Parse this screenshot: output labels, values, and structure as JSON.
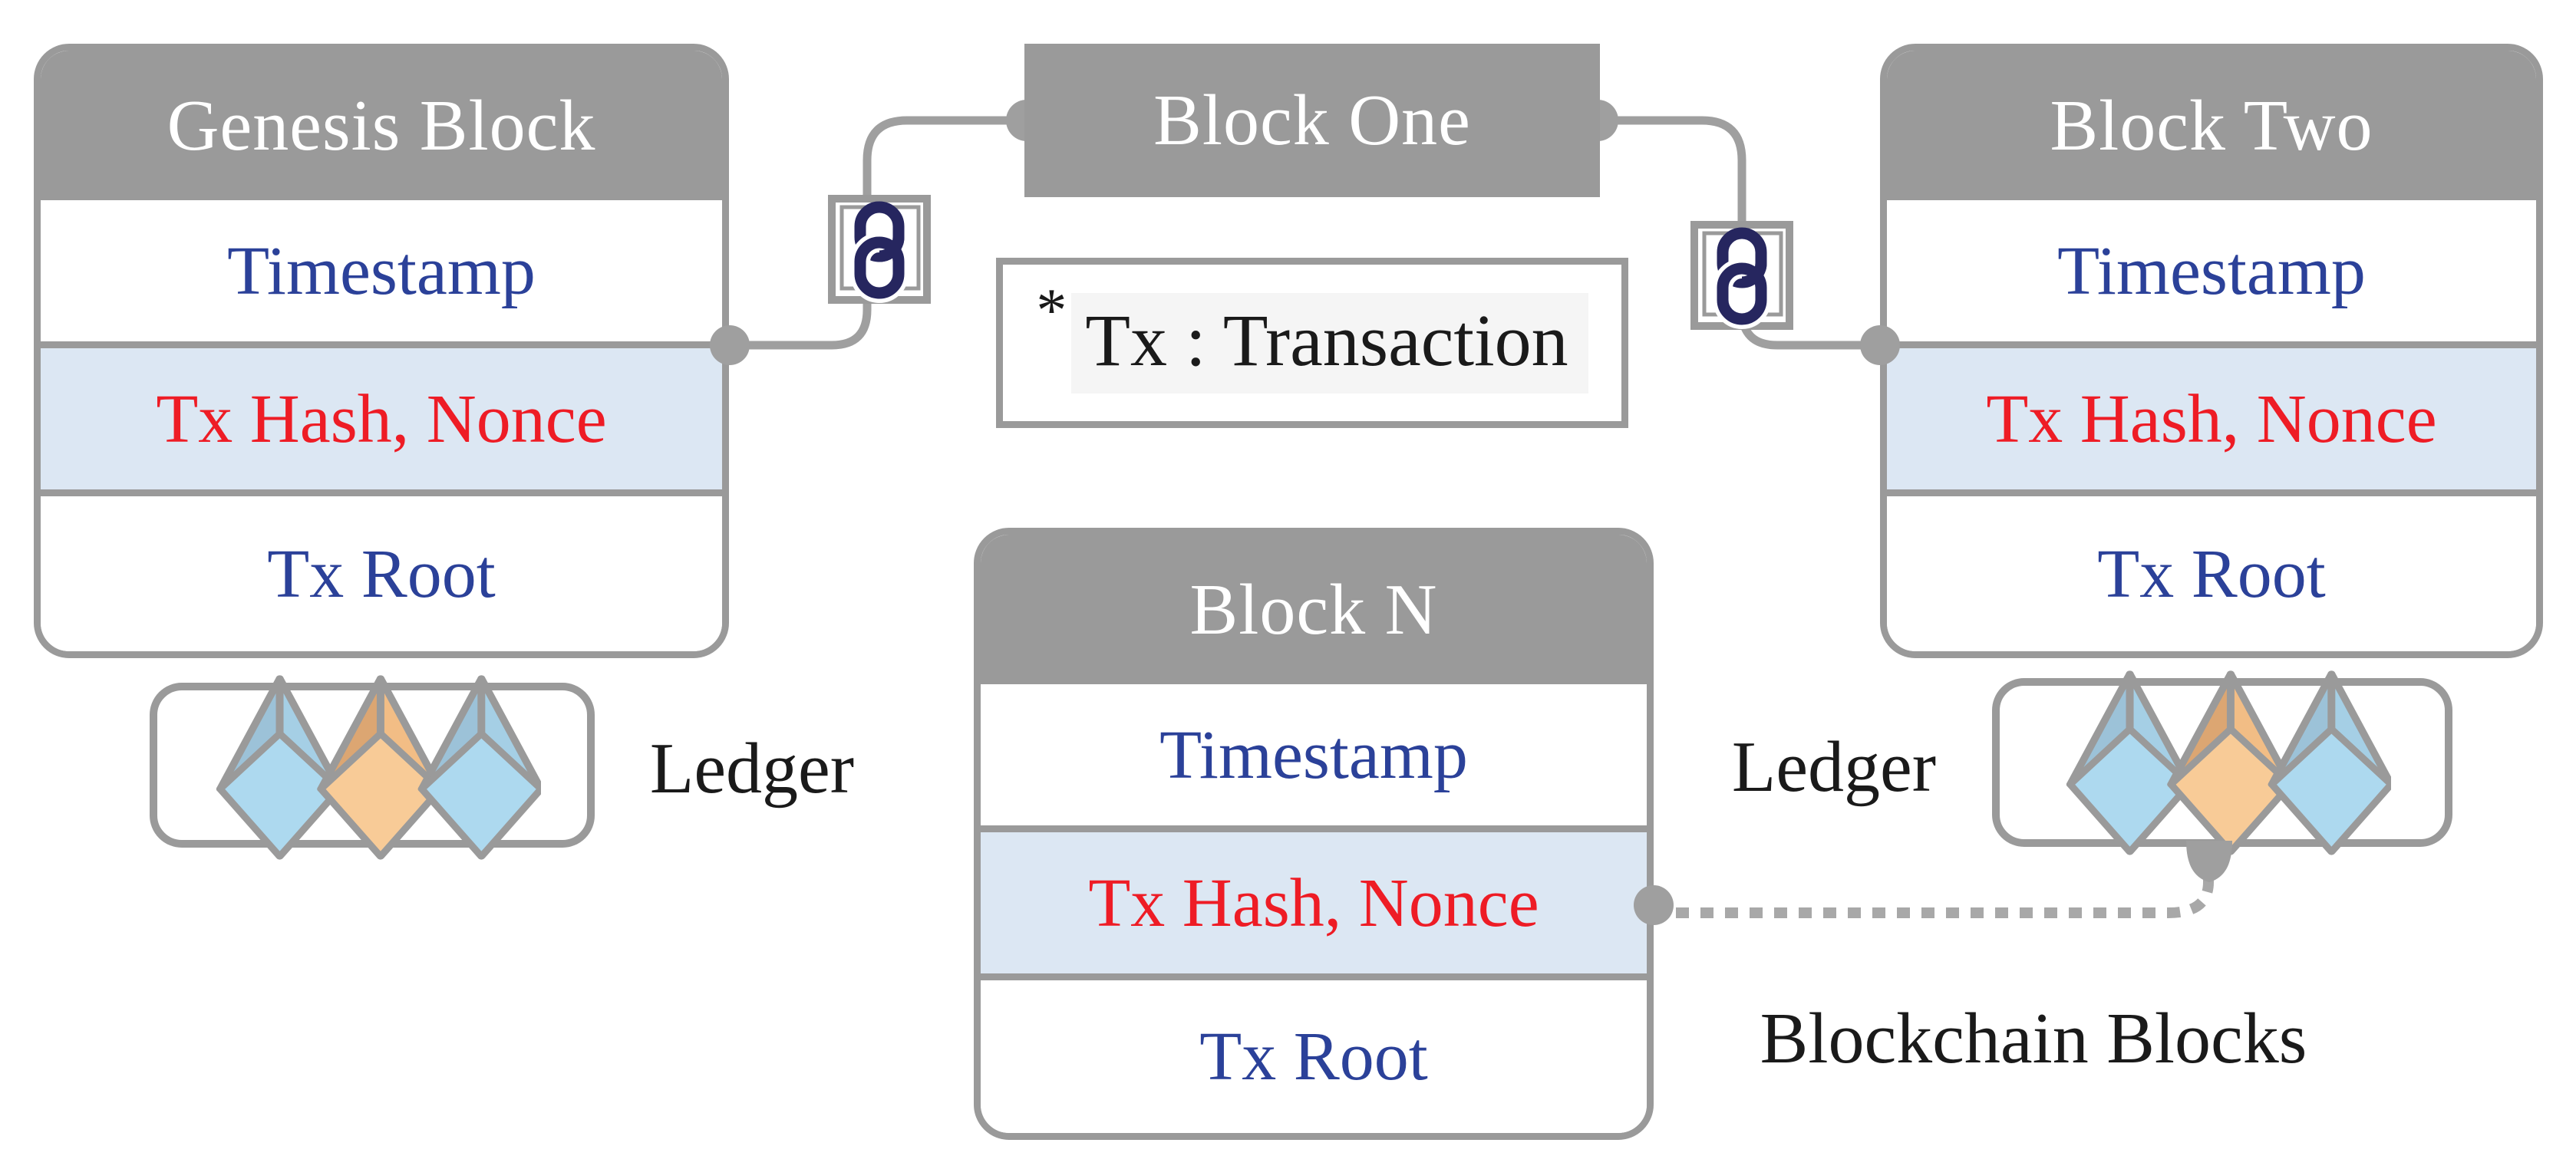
{
  "blocks": [
    {
      "title": "Genesis Block",
      "rows": [
        "Timestamp",
        "Tx Hash, Nonce",
        "Tx Root"
      ]
    },
    {
      "title": "Block Two",
      "rows": [
        "Timestamp",
        "Tx Hash, Nonce",
        "Tx Root"
      ]
    },
    {
      "title": "Block N",
      "rows": [
        "Timestamp",
        "Tx Hash, Nonce",
        "Tx Root"
      ]
    }
  ],
  "bar": {
    "title": "Block One"
  },
  "legend": {
    "star": "*",
    "text": "Tx : Transaction"
  },
  "labels": {
    "ledger_left": "Ledger",
    "ledger_right": "Ledger",
    "blockchain_blocks": "Blockchain Blocks"
  },
  "icons": {
    "chain_link": "chain-link-icon",
    "ledger_cubes": "ledger-cubes-icon",
    "connector_dot": "connection-dot",
    "teardrop": "teardrop-connector"
  },
  "colors": {
    "header_gray": "#9a9a9a",
    "line_gray": "#9f9f9f",
    "dash_gray": "#a8a8a8",
    "row_blue_bg": "#dce7f3",
    "text_blue": "#2b4199",
    "text_red": "#ee1c25",
    "link_navy": "#26265f",
    "text_black": "#1a1a1a",
    "text_white": "#ffffff",
    "gem_stroke": "#9a9a9a",
    "gem_blue_front": "#add9ef",
    "gem_blue_left": "#9cc2d8",
    "gem_blue_right": "#a5cfe5",
    "gem_orange_front": "#f8cb97",
    "gem_orange_left": "#dca672",
    "gem_orange_right": "#f2bd85",
    "legend_backing": "#f5f5f5"
  }
}
